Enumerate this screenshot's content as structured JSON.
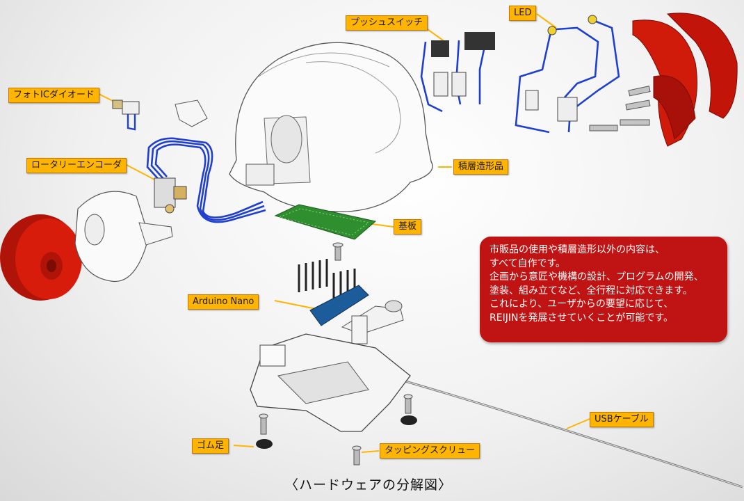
{
  "labels": {
    "led": "LED",
    "push_switch": "プッシュスイッチ",
    "photo_ic_diode": "フォトICダイオード",
    "rotary_encoder": "ロータリーエンコーダ",
    "laminated_part": "積層造形品",
    "board": "基板",
    "arduino_nano": "Arduino Nano",
    "usb_cable": "USBケーブル",
    "rubber_foot": "ゴム足",
    "tapping_screw": "タッピングスクリュー"
  },
  "note": {
    "lines": [
      "市販品の使用や積層造形以外の内容は、",
      "すべて自作です。",
      "企画から意匠や機構の設計、プログラムの開発、",
      "塗装、組み立てなど、全行程に対応できます。",
      "これにより、ユーザからの要望に応じて、",
      "REIJINを発展させていくことが可能です。"
    ]
  },
  "caption": "〈ハードウェアの分解図〉",
  "colors": {
    "callout_fill": "#ffb400",
    "note_fill": "#c01313",
    "wheel_red": "#d01a0a",
    "wire_blue": "#1f3fd0",
    "pcb_green": "#2f8f2f",
    "arduino_blue": "#1d5c9a"
  }
}
